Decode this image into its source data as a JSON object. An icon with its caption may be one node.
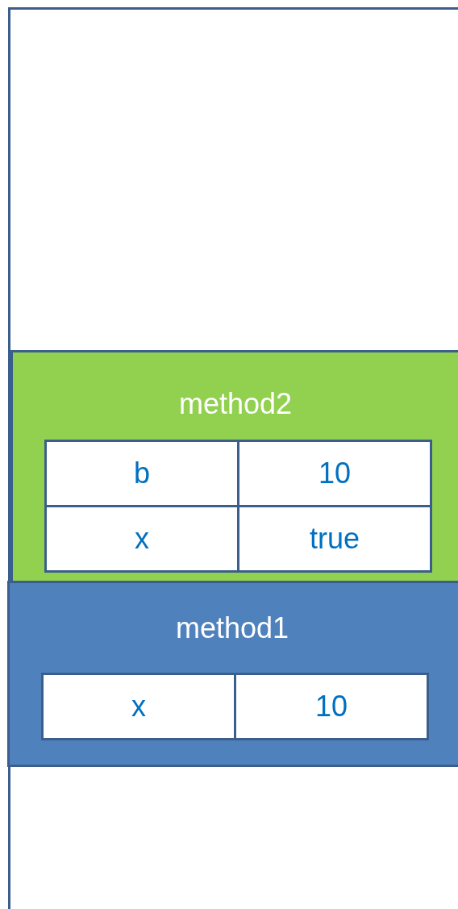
{
  "diagram": {
    "nodes": [
      {
        "text": [],
        "shape": "box"
      },
      {
        "text": [
          "method2"
        ],
        "in": 0
      },
      {
        "text": [
          "b"
        ],
        "in": 1
      },
      {
        "text": [
          "10"
        ],
        "in": 1
      },
      {
        "text": [
          "x"
        ],
        "in": 1
      },
      {
        "text": [
          "true"
        ],
        "in": 1
      },
      {
        "text": [
          "method1"
        ],
        "in": 0
      },
      {
        "text": [
          "x"
        ],
        "in": 6
      },
      {
        "text": [
          "10"
        ],
        "in": 6
      }
    ]
  }
}
